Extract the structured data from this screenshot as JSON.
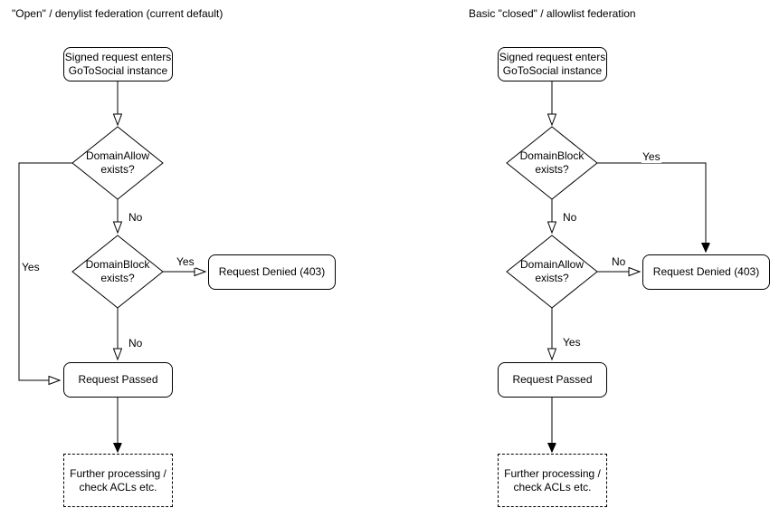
{
  "colors": {
    "stroke": "#000000",
    "node_fill": "#ffffff",
    "text": "#000000",
    "background": "#ffffff"
  },
  "left": {
    "title": "\"Open\" / denylist federation (current default)",
    "nodes": {
      "start": "Signed request enters\nGoToSocial instance",
      "decision1": "DomainAllow\nexists?",
      "decision2": "DomainBlock\nexists?",
      "denied": "Request Denied (403)",
      "passed": "Request Passed",
      "further": "Further processing /\ncheck ACLs etc."
    },
    "edge_labels": {
      "decision1_no": "No",
      "decision1_yes": "Yes",
      "decision2_yes": "Yes",
      "decision2_no": "No"
    }
  },
  "right": {
    "title": "Basic \"closed\" / allowlist federation",
    "nodes": {
      "start": "Signed request enters\nGoToSocial instance",
      "decision1": "DomainBlock\nexists?",
      "decision2": "DomainAllow\nexists?",
      "denied": "Request Denied (403)",
      "passed": "Request Passed",
      "further": "Further processing /\ncheck ACLs etc."
    },
    "edge_labels": {
      "decision1_yes": "Yes",
      "decision1_no": "No",
      "decision2_no": "No",
      "decision2_yes": "Yes"
    }
  }
}
